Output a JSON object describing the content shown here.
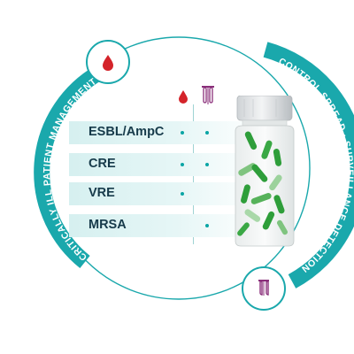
{
  "arc_labels": {
    "left": "CRITICALLY ILL PATIENT MANAGEMENT",
    "right": "CONTROL SPREAD · SURVEILLANCE DETECTION"
  },
  "header_icons": [
    "blood-drop-icon",
    "swab-tube-icon"
  ],
  "badge_icons": {
    "top_left": "blood-drop-icon",
    "bottom_right": "swab-tube-icon"
  },
  "colors": {
    "teal": "#1aa8ac",
    "teal_light": "#d6f0f0",
    "label_text": "#163a4a",
    "blood": "#d4232a",
    "tube": "#8a2f7a",
    "bacteria": "#2e9e3a"
  },
  "rows": [
    {
      "label": "ESBL/AmpC",
      "blood": true,
      "swab": true
    },
    {
      "label": "CRE",
      "blood": true,
      "swab": true
    },
    {
      "label": "VRE",
      "blood": true,
      "swab": false
    },
    {
      "label": "MRSA",
      "blood": false,
      "swab": true
    }
  ]
}
